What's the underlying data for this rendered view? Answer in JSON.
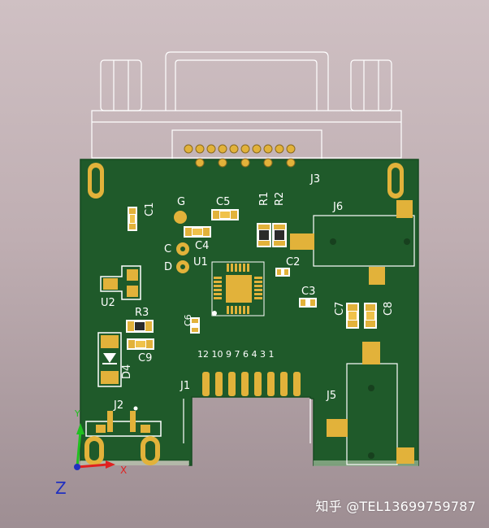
{
  "colors": {
    "board": "#1f5a2a",
    "board_edge": "#174a21",
    "pad": "#e2b23a",
    "pad_bright": "#f0c24a",
    "silk": "#ffffff",
    "axis_x": "#e02020",
    "axis_y": "#20c020",
    "axis_z": "#2030c0"
  },
  "labels": {
    "j3": "J3",
    "j6": "J6",
    "j5": "J5",
    "j2": "J2",
    "j1": "J1",
    "u1": "U1",
    "u2": "U2",
    "c1": "C1",
    "c2": "C2",
    "c3": "C3",
    "c4": "C4",
    "c5": "C5",
    "c6": "C6",
    "c7": "C7",
    "c8": "C8",
    "c9": "C9",
    "r1": "R1",
    "r2": "R2",
    "r3": "R3",
    "d4": "D4",
    "g": "G",
    "c": "C",
    "d": "D",
    "pin_numbers": "12 10 9 7 6 4 3 1"
  },
  "axis": {
    "z_label": "Z",
    "x_marker": "X",
    "y_marker": "Y"
  },
  "watermark": "知乎 @TEL13699759787"
}
